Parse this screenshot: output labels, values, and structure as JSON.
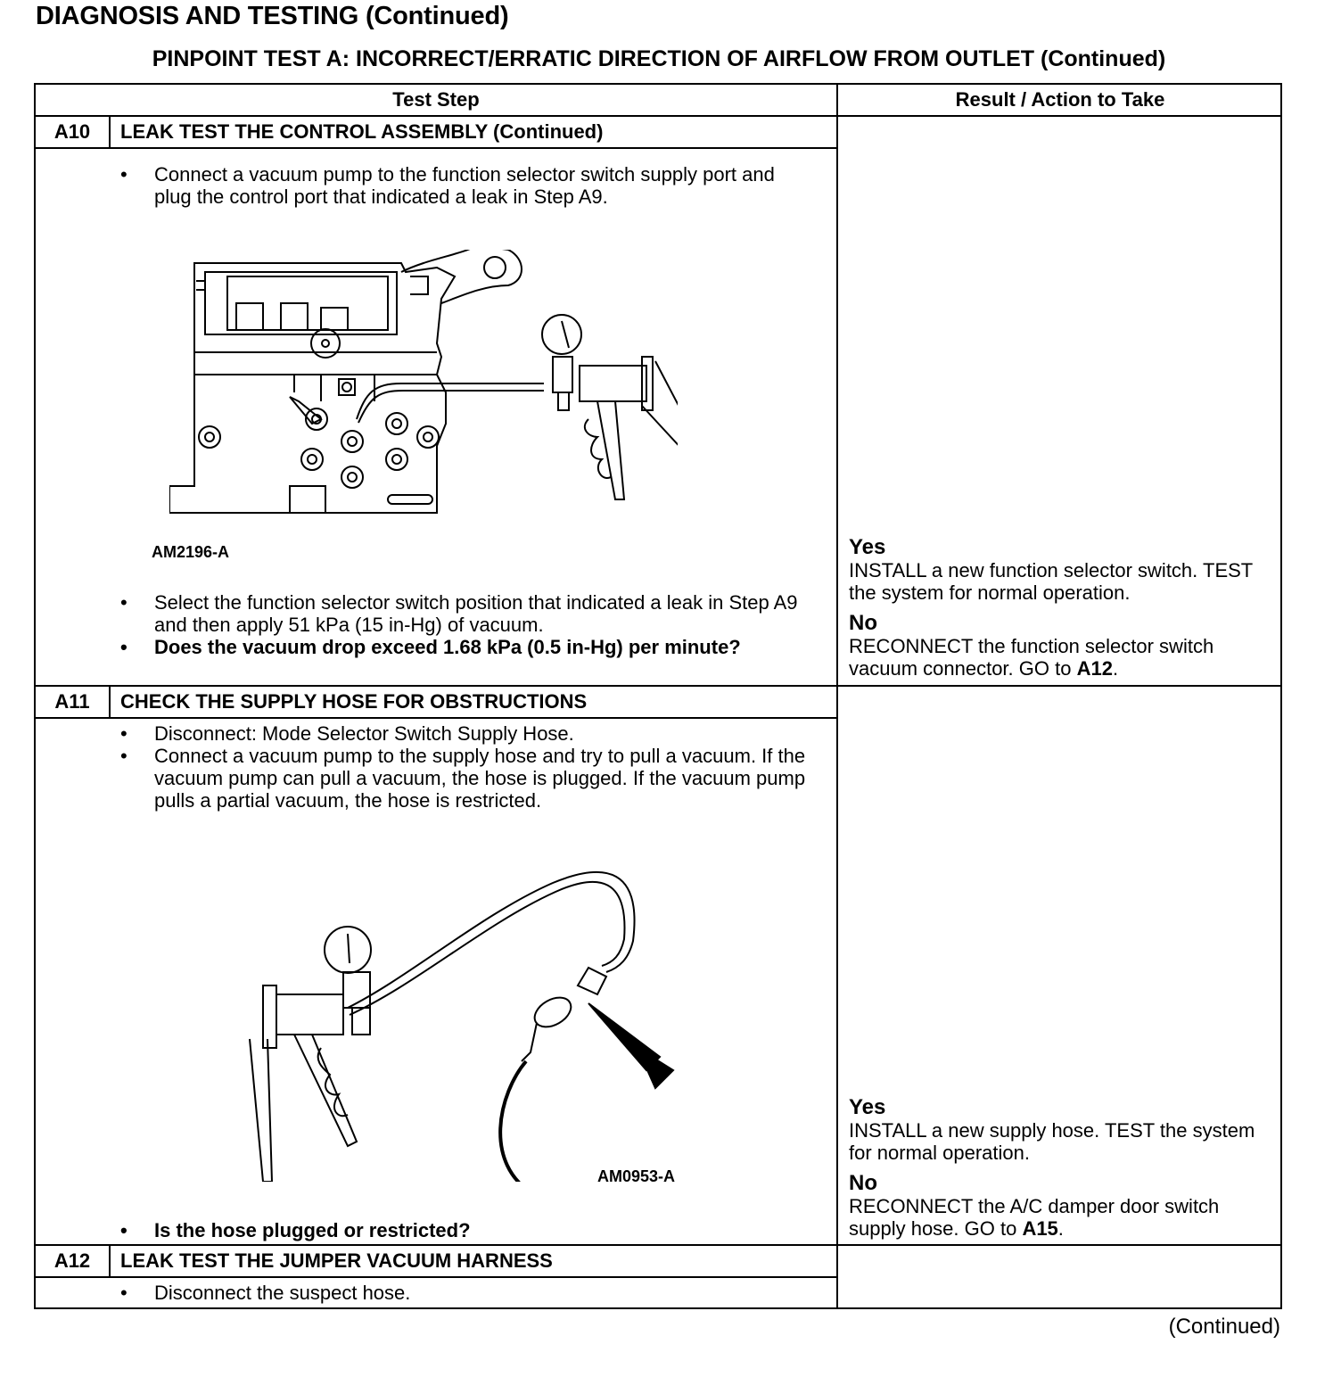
{
  "page": {
    "title": "DIAGNOSIS AND TESTING (Continued)",
    "subtitle": "PINPOINT TEST  A: INCORRECT/ERRATIC DIRECTION OF AIRFLOW FROM OUTLET (Continued)",
    "footer": "(Continued)"
  },
  "table": {
    "col_test_step": "Test Step",
    "col_result": "Result / Action to Take"
  },
  "steps": [
    {
      "id": "A10",
      "title": "LEAK TEST THE CONTROL ASSEMBLY (Continued)",
      "bullets_before": [
        "Connect a vacuum pump to the function selector switch supply port and plug the control port that indicated a leak in Step A9."
      ],
      "figure_label": "AM2196-A",
      "bullets_after": [
        "Select the function selector switch position that indicated a leak in Step A9 and then apply 51 kPa (15 in-Hg) of vacuum."
      ],
      "question": "Does the vacuum drop exceed 1.68 kPa (0.5 in-Hg) per minute?",
      "yes_label": "Yes",
      "yes_text": "INSTALL a new function selector switch. TEST the system for normal operation.",
      "no_label": "No",
      "no_text": "RECONNECT the function selector switch vacuum connector. GO to ",
      "no_goto": "A12",
      "no_end": "."
    },
    {
      "id": "A11",
      "title": "CHECK THE SUPPLY HOSE FOR OBSTRUCTIONS",
      "bullets_before": [
        "Disconnect: Mode Selector Switch Supply Hose.",
        "Connect a vacuum pump to the supply hose and try to pull a vacuum. If the vacuum pump can pull a vacuum, the hose is plugged. If the vacuum pump pulls a partial vacuum, the hose is restricted."
      ],
      "figure_label": "AM0953-A",
      "question": "Is the hose plugged or restricted?",
      "yes_label": "Yes",
      "yes_text": "INSTALL a new supply hose. TEST the system for normal operation.",
      "no_label": "No",
      "no_text": "RECONNECT the A/C damper door switch supply hose. GO to ",
      "no_goto": "A15",
      "no_end": "."
    },
    {
      "id": "A12",
      "title": "LEAK TEST THE JUMPER VACUUM HARNESS",
      "bullets_before": [
        "Disconnect the suspect hose."
      ]
    }
  ]
}
